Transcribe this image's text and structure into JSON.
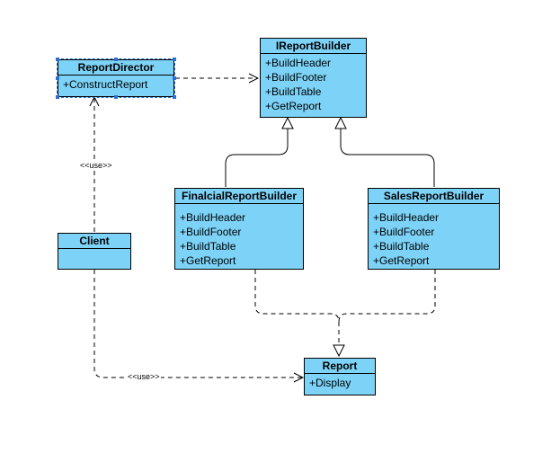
{
  "classes": {
    "report_director": {
      "name": "ReportDirector",
      "ops": [
        "+ConstructReport"
      ]
    },
    "ireport_builder": {
      "name": "IReportBuilder",
      "ops": [
        "+BuildHeader",
        "+BuildFooter",
        "+BuildTable",
        "+GetReport"
      ]
    },
    "financial_builder": {
      "name": "FinalcialReportBuilder",
      "ops": [
        "+BuildHeader",
        "+BuildFooter",
        "+BuildTable",
        "+GetReport"
      ]
    },
    "sales_builder": {
      "name": "SalesReportBuilder",
      "ops": [
        "+BuildHeader",
        "+BuildFooter",
        "+BuildTable",
        "+GetReport"
      ]
    },
    "client": {
      "name": "Client",
      "ops": []
    },
    "report": {
      "name": "Report",
      "ops": [
        "+Display"
      ]
    }
  },
  "labels": {
    "use_director": "<<use>>",
    "use_report": "<<use>>"
  },
  "colors": {
    "class_fill": "#7dd3f7",
    "line": "#000000",
    "selection": "#2a6fd6"
  }
}
